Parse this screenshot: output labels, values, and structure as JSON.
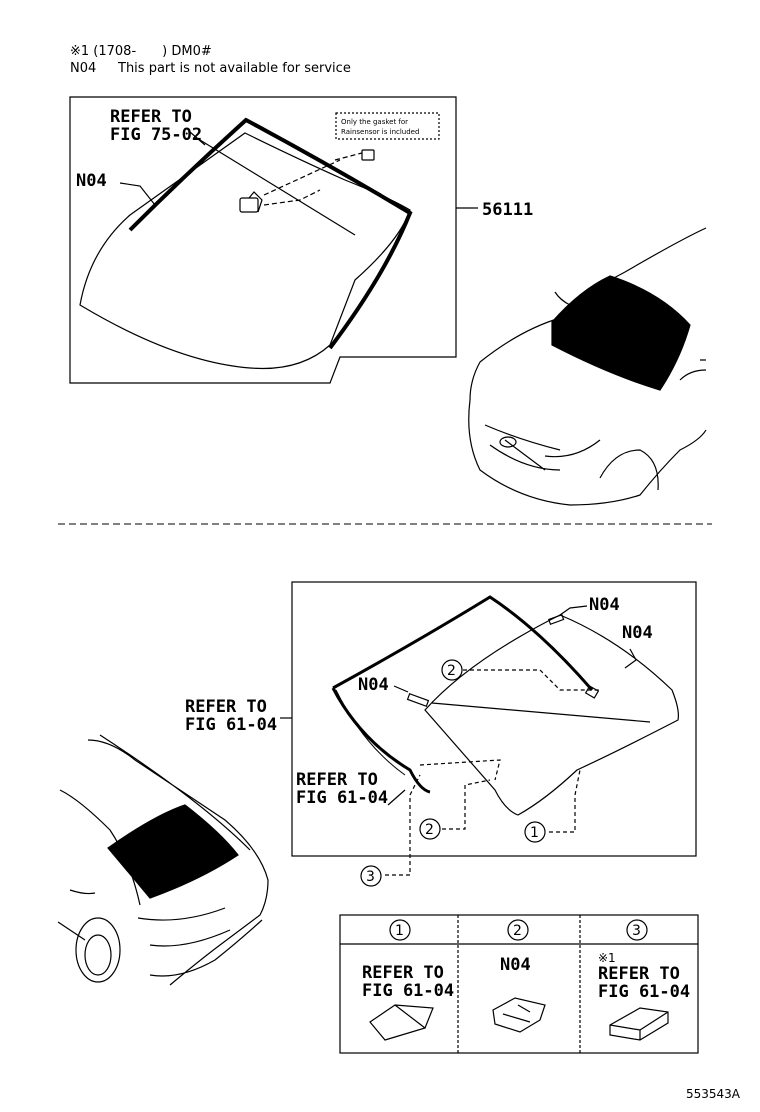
{
  "header": {
    "note_line": "※1 (1708-　　) DM0#",
    "n04_code": "N04",
    "n04_text": "This part is not available for service"
  },
  "top": {
    "refer_line1": "REFER TO",
    "refer_line2": "FIG 75-02",
    "n04_label": "N04",
    "part_number": "56111",
    "callout_line1": "Only the gasket for",
    "callout_line2": "Rainsensor is included"
  },
  "bottom": {
    "n04_a": "N04",
    "n04_b": "N04",
    "n04_c": "N04",
    "refer_a_line1": "REFER TO",
    "refer_a_line2": "FIG 61-04",
    "refer_b_line1": "REFER TO",
    "refer_b_line2": "FIG 61-04",
    "circle_1": "1",
    "circle_2": "2",
    "circle_3": "3",
    "circle_2_top": "2"
  },
  "legend": {
    "col1_num": "1",
    "col2_num": "2",
    "col3_num": "3",
    "col1_line1": "REFER TO",
    "col1_line2": "FIG 61-04",
    "col2_label": "N04",
    "col3_note": "※1",
    "col3_line1": "REFER TO",
    "col3_line2": "FIG 61-04"
  },
  "figure_id": "553543A"
}
